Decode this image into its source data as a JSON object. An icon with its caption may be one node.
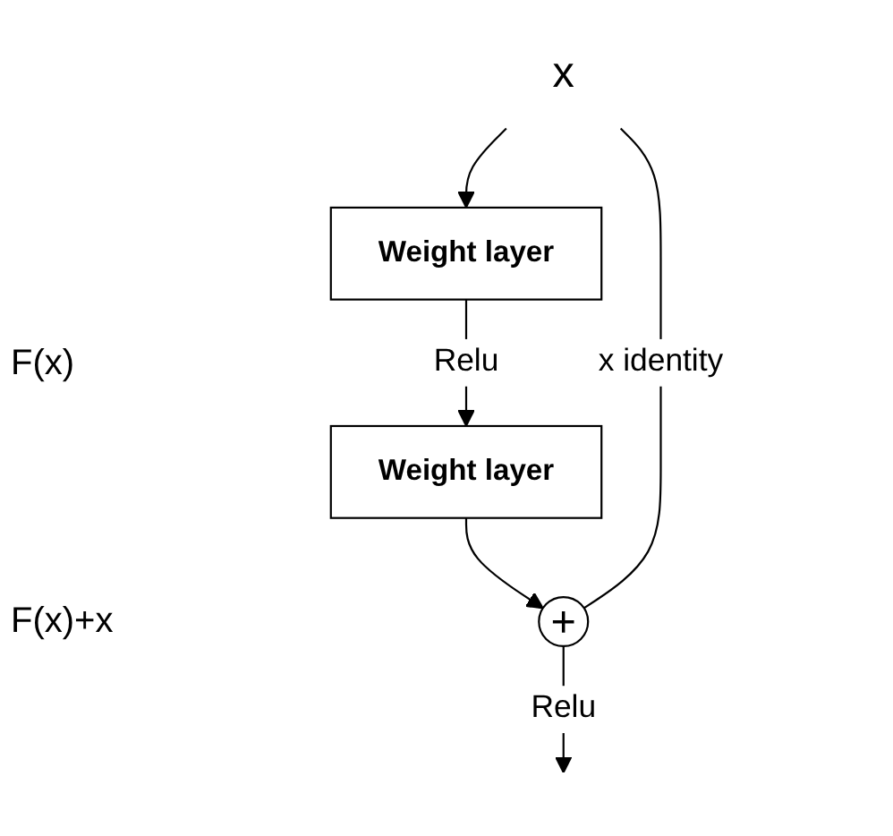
{
  "diagram": {
    "nodes": [
      {
        "text": [
          "x"
        ]
      },
      {
        "text": [
          "Weight layer"
        ]
      },
      {
        "text": [
          "Weight layer"
        ]
      },
      {
        "text": [
          "+"
        ]
      }
    ],
    "edges": [
      {
        "from": 0,
        "to": 1,
        "arrow": "to"
      },
      {
        "from": 1,
        "to": 2,
        "arrow": "to",
        "label": "Relu"
      },
      {
        "from": 2,
        "to": 3,
        "arrow": "to"
      },
      {
        "from": 0,
        "to": 3,
        "arrow": "none",
        "label": "x identity"
      },
      {
        "from": 3,
        "to": null,
        "arrow": "to",
        "label": "Relu"
      }
    ],
    "labels": [
      "F(x)",
      "F(x)+x"
    ]
  }
}
